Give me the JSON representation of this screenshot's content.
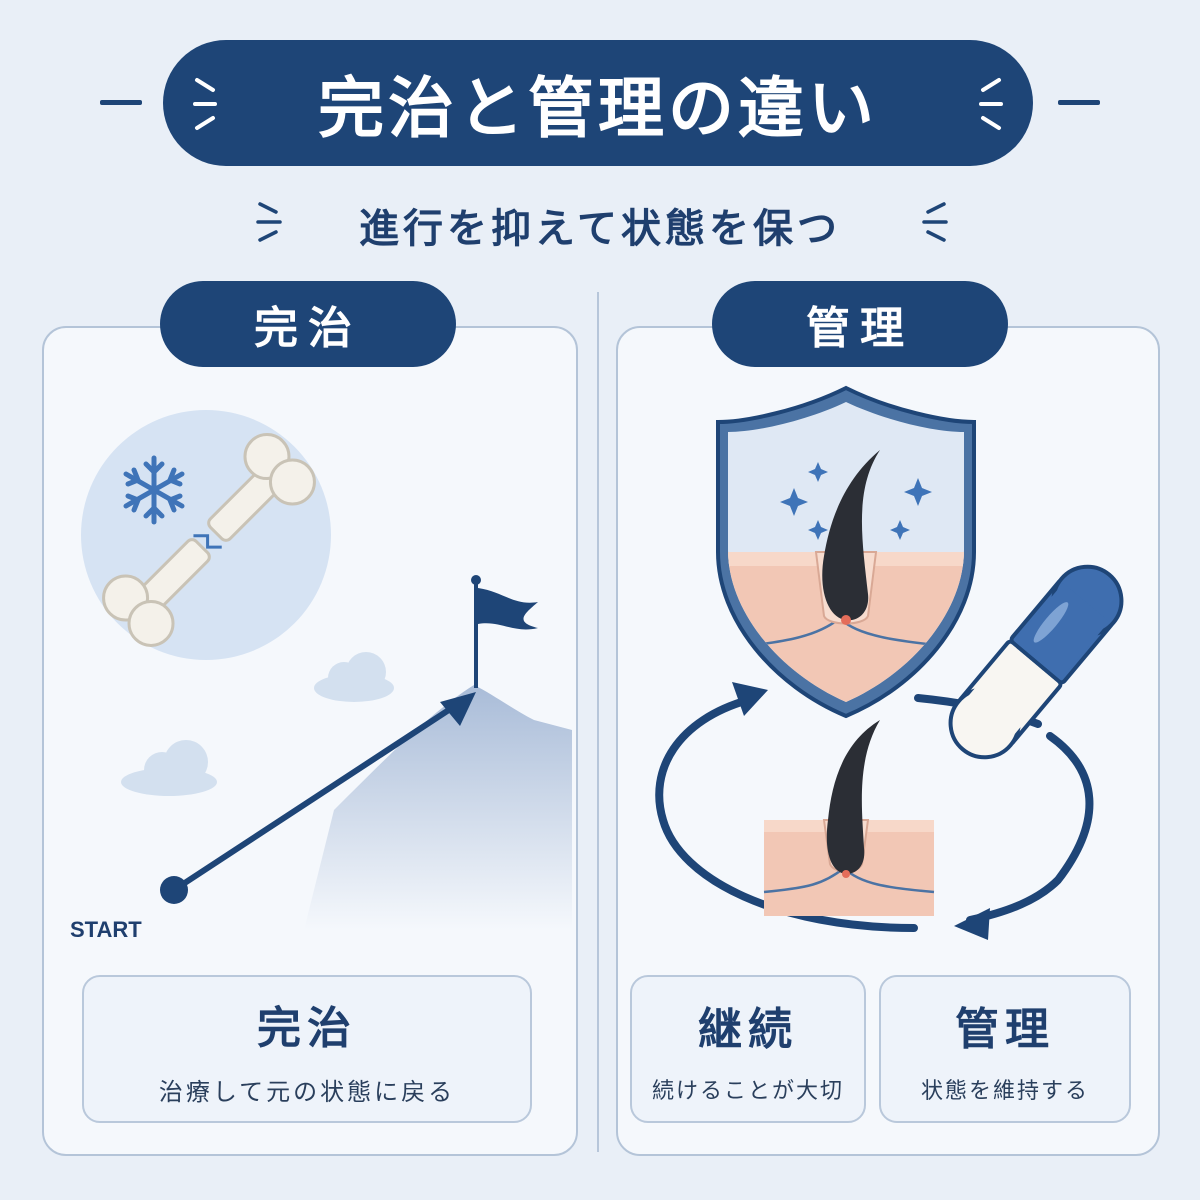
{
  "header": {
    "title": "完治と管理の違い",
    "subtitle": "進行を抑えて状態を保つ"
  },
  "left_card": {
    "label": "完治",
    "start_label": "START",
    "caption_heading": "完治",
    "caption_text": "治療して元の状態に戻る"
  },
  "right_card": {
    "label": "管理",
    "caption_left_heading": "継続",
    "caption_left_text": "続けることが大切",
    "caption_right_heading": "管理",
    "caption_right_text": "状態を維持する"
  },
  "colors": {
    "navy": "#1e4577",
    "background": "#e9eff7",
    "card": "#f5f8fc",
    "accent_blue": "#3f74b8",
    "skin": "#f2c7b5"
  },
  "icons": [
    "snowflake-icon",
    "broken-bone-icon",
    "flag-icon",
    "shield-icon",
    "hair-follicle-icon",
    "capsule-icon",
    "cycle-arrows-icon",
    "sparkle-icon",
    "cloud-icon",
    "mountain-icon"
  ]
}
